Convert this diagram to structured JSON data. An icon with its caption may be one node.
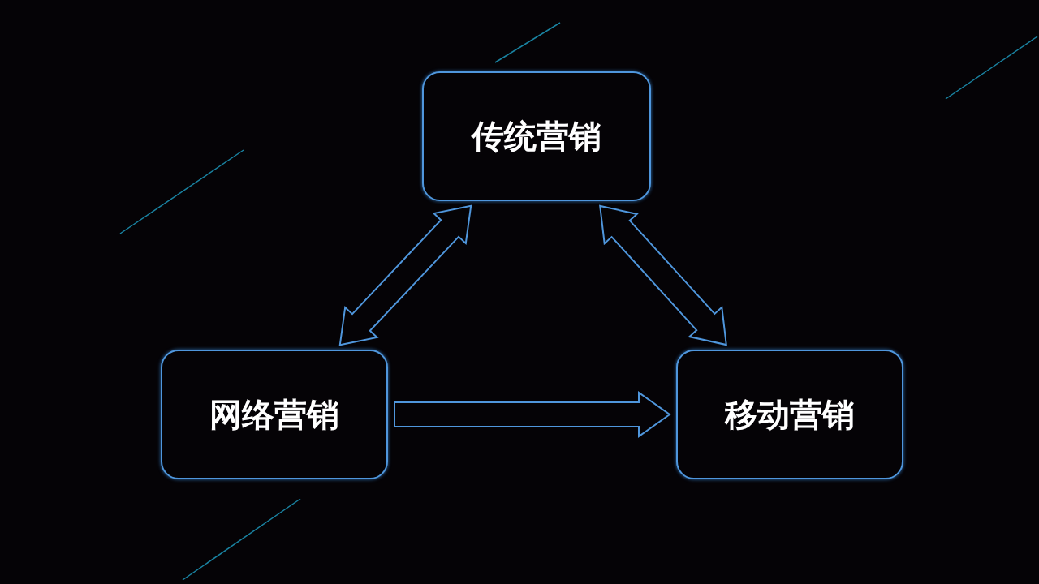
{
  "diagram": {
    "nodes": [
      {
        "text": [
          "传统营销"
        ]
      },
      {
        "text": [
          "网络营销"
        ]
      },
      {
        "text": [
          "移动营销"
        ]
      }
    ],
    "edges": [
      {
        "from": 1,
        "to": 0,
        "arrow": "both"
      },
      {
        "from": 0,
        "to": 2,
        "arrow": "both"
      },
      {
        "from": 1,
        "to": 2,
        "arrow": "to"
      }
    ]
  }
}
